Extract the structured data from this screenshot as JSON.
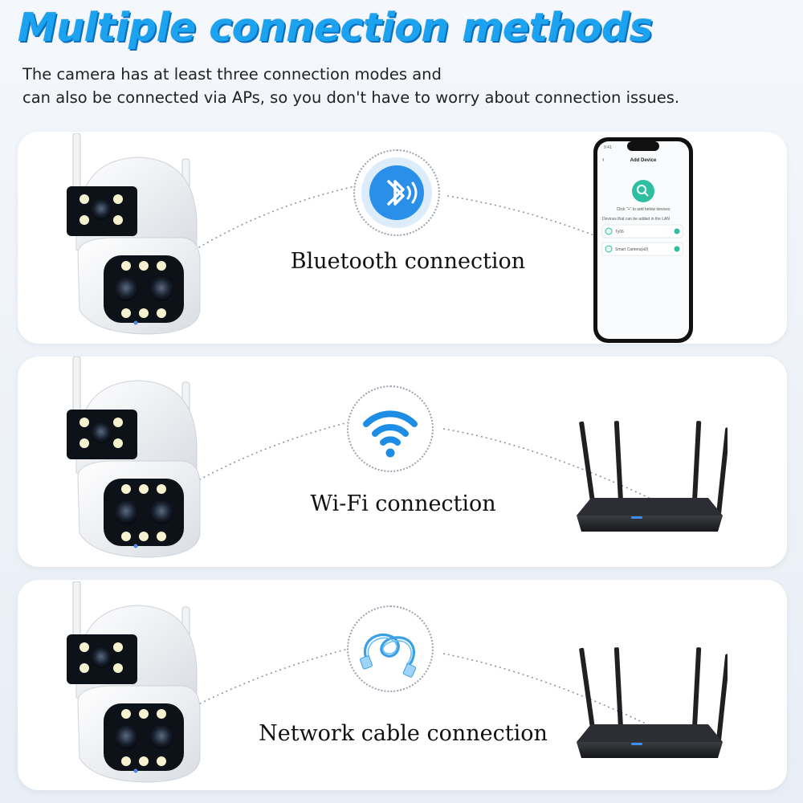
{
  "title": "Multiple connection methods",
  "subtitle": {
    "line1": "The camera has at least three connection modes and",
    "line2": "can also be connected via APs, so you don't have to worry about connection issues."
  },
  "panels": [
    {
      "label": "Bluetooth connection",
      "icon": "bluetooth-icon",
      "device": "smartphone"
    },
    {
      "label": "Wi-Fi connection",
      "icon": "wifi-icon",
      "device": "router"
    },
    {
      "label": "Network cable connection",
      "icon": "network-cable-icon",
      "device": "router"
    }
  ],
  "phone_screen": {
    "status_time": "9:41",
    "header": "Add Device",
    "hint": "Click \"+\" to add below devices",
    "lan_note": "Devices that can be added in the LAN",
    "items": [
      "Ty06",
      "Smart Camera(a0)"
    ]
  },
  "colors": {
    "title": "#1ba3f0",
    "title_shadow": "#0b6fc0",
    "accent": "#2a8fe8"
  }
}
